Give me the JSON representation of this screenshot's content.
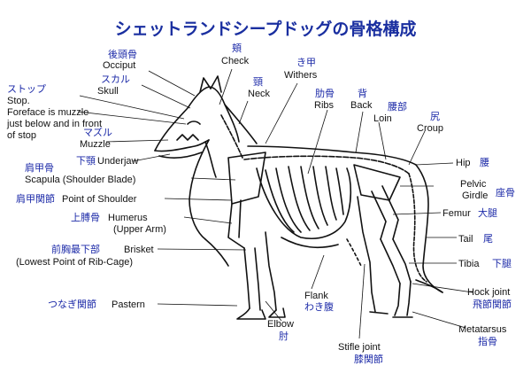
{
  "title": "シェットランドシープドッグの骨格構成",
  "labels": {
    "occiput_jp": "後頭骨",
    "occiput_en": "Occiput",
    "cheek_jp": "頬",
    "cheek_en": "Check",
    "withers_jp": "き甲",
    "withers_en": "Withers",
    "neck_jp": "頸",
    "neck_en": "Neck",
    "ribs_jp": "肋骨",
    "ribs_en": "Ribs",
    "back_jp": "背",
    "back_en": "Back",
    "loin_jp": "腰部",
    "loin_en": "Loin",
    "croup_jp": "尻",
    "croup_en": "Croup",
    "skull_jp": "スカル",
    "skull_en": "Skull",
    "stop_jp": "ストップ",
    "stop_en": "Stop.",
    "foreface_1": "Foreface is muzzle",
    "foreface_2": "just below and in front",
    "foreface_3": "of stop",
    "muzzle_jp": "マズル",
    "muzzle_en": "Muzzle",
    "underjaw_jp": "下顎",
    "underjaw_en": "Underjaw",
    "scapula_jp": "肩甲骨",
    "scapula_en": "Scapula  (Shoulder Blade)",
    "shoulder_jp": "肩甲関節",
    "shoulder_en": "Point of Shoulder",
    "humerus_jp": "上膊骨",
    "humerus_en": "Humerus",
    "upperarm_en": "(Upper Arm)",
    "brisket_jp": "前胸最下部",
    "brisket_en": "Brisket",
    "brisket_sub": "(Lowest Point of Rib-Cage)",
    "pastern_jp": "つなぎ関節",
    "pastern_en": "Pastern",
    "hip_en": "Hip",
    "hip_jp": "腰",
    "pelvic_en": "Pelvic",
    "girdle_en": "Girdle",
    "pelvic_jp": "座骨",
    "femur_en": "Femur",
    "femur_jp": "大腿",
    "tail_en": "Tail",
    "tail_jp": "尾",
    "tibia_en": "Tibia",
    "tibia_jp": "下腿",
    "flank_en": "Flank",
    "flank_jp": "わき腹",
    "elbow_en": "Elbow",
    "elbow_jp": "肘",
    "stifle_en": "Stifle joint",
    "stifle_jp": "膝関節",
    "hock_en": "Hock joint",
    "hock_jp": "飛節関節",
    "metatarsus_en": "Metatarsus",
    "metatarsus_jp": "指骨"
  }
}
